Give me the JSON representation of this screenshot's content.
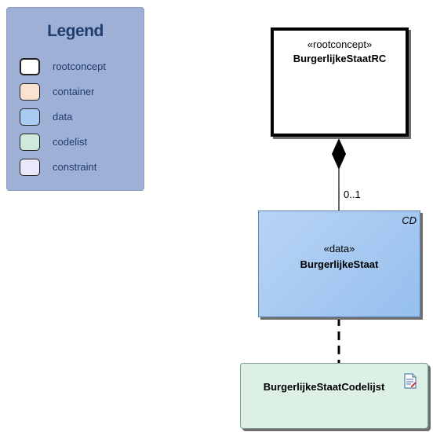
{
  "legend": {
    "title": "Legend",
    "items": [
      {
        "label": "rootconcept",
        "color": "#ffffff"
      },
      {
        "label": "container",
        "color": "#fbe3d2"
      },
      {
        "label": "data",
        "color": "#a7cbf2"
      },
      {
        "label": "codelist",
        "color": "#cfeadd"
      },
      {
        "label": "constraint",
        "color": "#e9e9fb"
      }
    ]
  },
  "nodes": {
    "rootconcept": {
      "stereotype": "«rootconcept»",
      "name": "BurgerlijkeStaatRC"
    },
    "data": {
      "stereotype": "«data»",
      "name": "BurgerlijkeStaat",
      "corner_tag": "CD"
    },
    "codelist": {
      "name": "BurgerlijkeStaatCodelijst",
      "icon": "document-icon"
    }
  },
  "connector": {
    "multiplicity": "0..1"
  }
}
